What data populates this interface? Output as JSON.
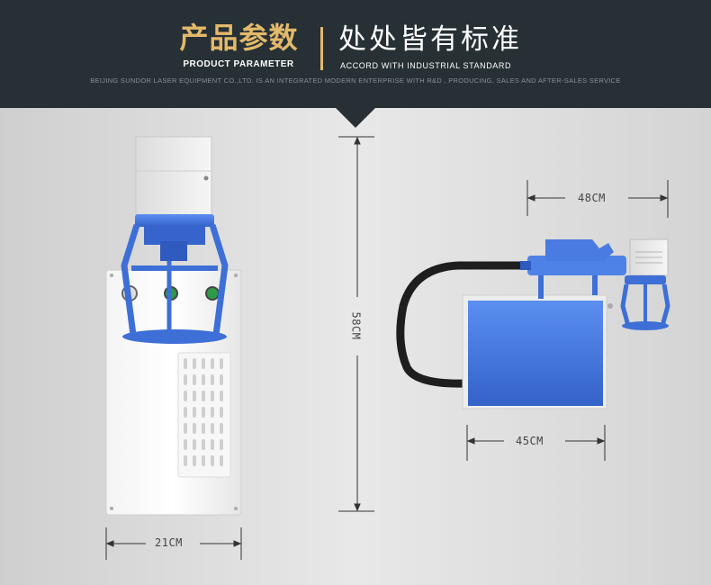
{
  "header": {
    "title_cn": "产品参数",
    "title_en": "PRODUCT PARAMETER",
    "subtitle_cn": "处处皆有标准",
    "subtitle_en": "ACCORD WITH INDUSTRIAL STANDARD",
    "company_line": "BEIJING SUNDOR LASER EQUIPMENT CO.,LTD. IS AN INTEGRATED MODERN ENTERPRISE WITH R&D , PRODUCING, SALES AND AFTER-SALES SERVICE"
  },
  "dimensions": {
    "width_front": "21CM",
    "height": "58CM",
    "width_side": "45CM",
    "head_width": "48CM"
  },
  "colors": {
    "header_bg": "#263035",
    "gold": "#e3b96a",
    "machine_blue": "#3d6fd6",
    "panel_blue": "#4a7be0"
  }
}
